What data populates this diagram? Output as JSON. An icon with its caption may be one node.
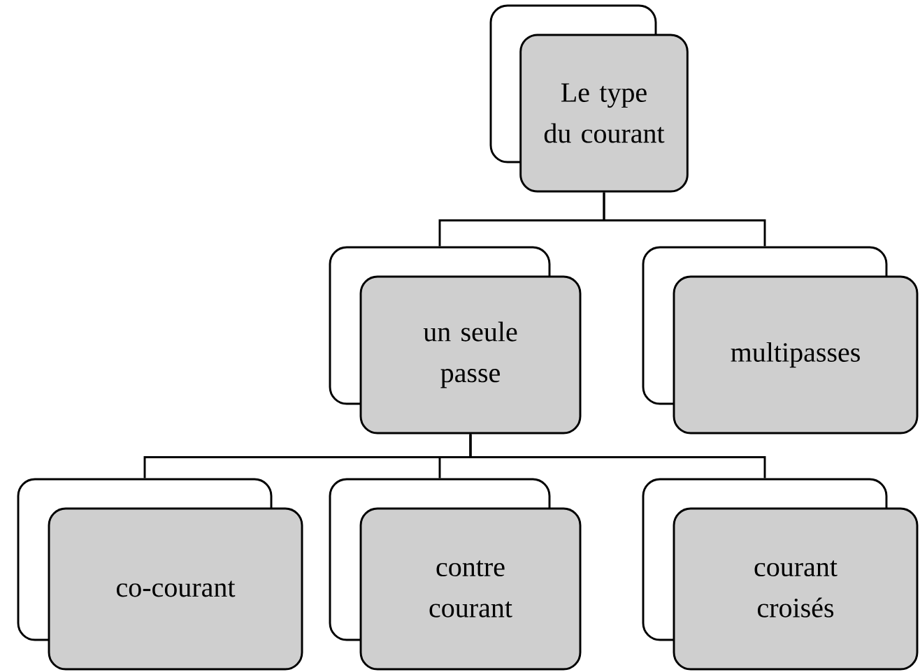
{
  "diagram": {
    "nodes": [
      {
        "text": [
          "Le type du courant"
        ]
      },
      {
        "text": [
          "un seule passe"
        ]
      },
      {
        "text": [
          "multipasses"
        ]
      },
      {
        "text": [
          "co-courant"
        ]
      },
      {
        "text": [
          "contre courant"
        ]
      },
      {
        "text": [
          "courant croisés"
        ]
      }
    ],
    "edges": [
      {
        "from": 0,
        "to": 1,
        "arrow": "none"
      },
      {
        "from": 0,
        "to": 2,
        "arrow": "none"
      },
      {
        "from": 1,
        "to": 3,
        "arrow": "none"
      },
      {
        "from": 1,
        "to": 4,
        "arrow": "none"
      },
      {
        "from": 1,
        "to": 5,
        "arrow": "none"
      }
    ]
  }
}
